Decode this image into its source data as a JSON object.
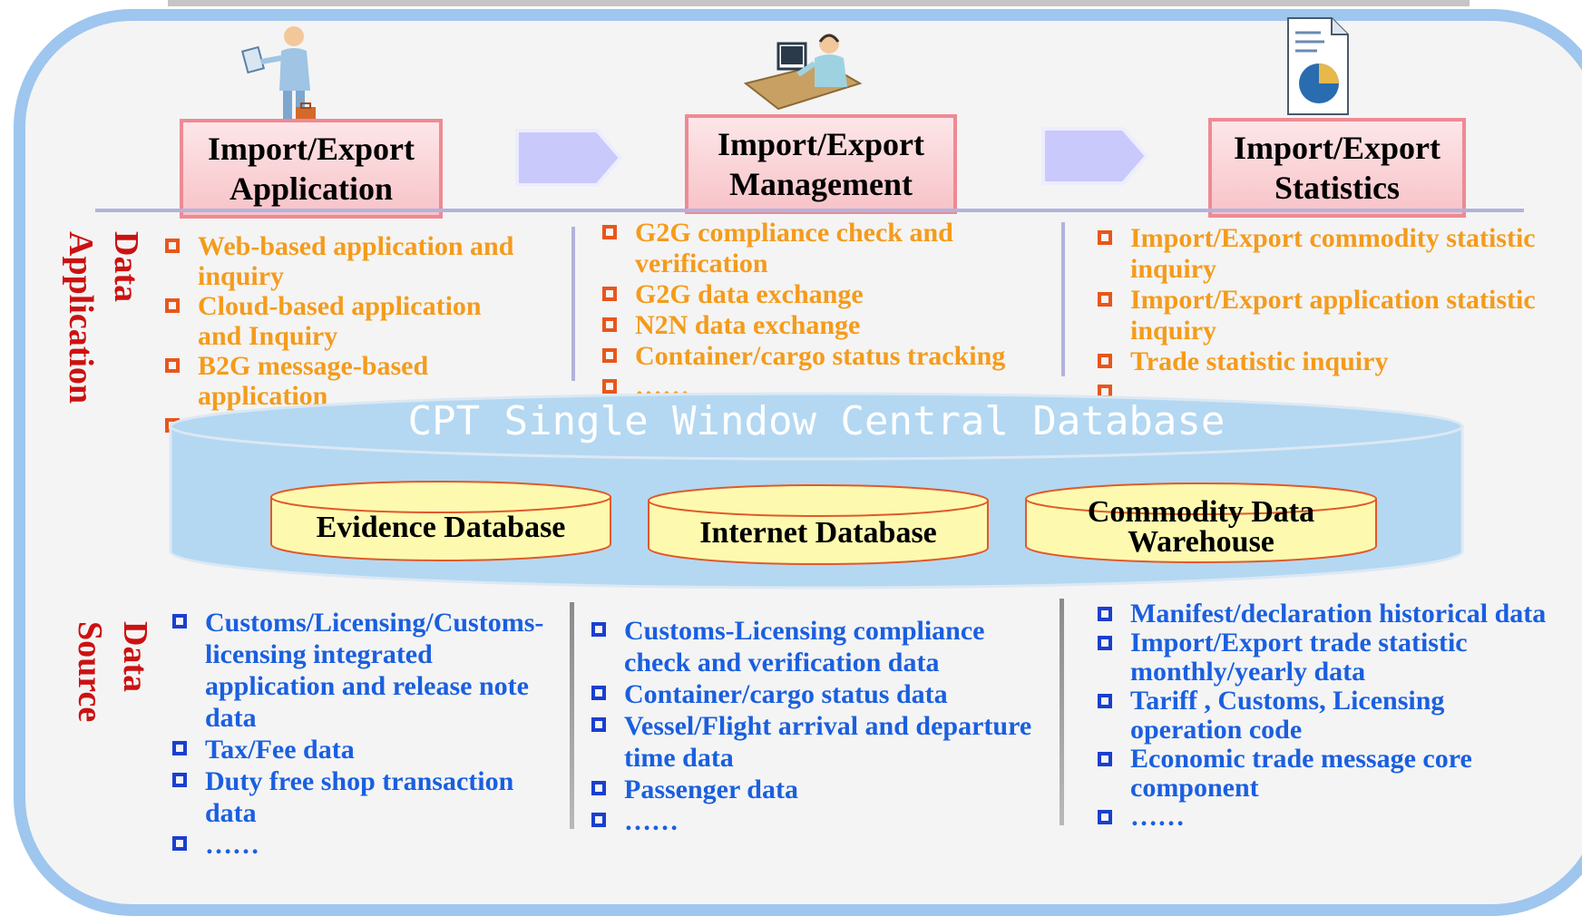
{
  "stages": [
    {
      "label": "Import/Export\nApplication",
      "icon": "person-with-briefcase-icon"
    },
    {
      "label": "Import/Export\nManagement",
      "icon": "operator-at-computer-icon"
    },
    {
      "label": "Import/Export\nStatistics",
      "icon": "pie-chart-document-icon"
    }
  ],
  "labels": {
    "data_application": "Data\nApplication",
    "data_source": "Data\nSource"
  },
  "application_columns": [
    [
      "Web-based application and inquiry",
      "Cloud-based application and Inquiry",
      "B2G message-based application"
    ],
    [
      "G2G compliance check and verification",
      "G2G data exchange",
      "N2N data exchange",
      "Container/cargo status tracking",
      "……"
    ],
    [
      "Import/Export commodity statistic inquiry",
      "Import/Export application statistic inquiry",
      "Trade statistic inquiry"
    ]
  ],
  "central_database": {
    "title": "CPT Single Window Central Database",
    "databases": [
      "Evidence Database",
      "Internet Database",
      "Commodity Data\nWarehouse"
    ]
  },
  "source_columns": [
    [
      "Customs/Licensing/Customs- licensing integrated application and release note data",
      "Tax/Fee data",
      "Duty free shop transaction data",
      "……"
    ],
    [
      "Customs-Licensing compliance check and verification data",
      "Container/cargo status data",
      "Vessel/Flight arrival and departure time data",
      "Passenger data",
      "……"
    ],
    [
      "Manifest/declaration historical data",
      "Import/Export trade statistic monthly/yearly data",
      "Tariff , Customs, Licensing operation code",
      "Economic trade message core component",
      "……"
    ]
  ],
  "colors": {
    "frame": "#9ec6ee",
    "stage_border": "#ee8a94",
    "arrow": "#c9c9fb",
    "database": "#b4d8f2",
    "sub_database": "#fdfab0",
    "application_text": "#f59b1b",
    "source_text": "#1a5fe0",
    "side_label": "#cc1111"
  }
}
